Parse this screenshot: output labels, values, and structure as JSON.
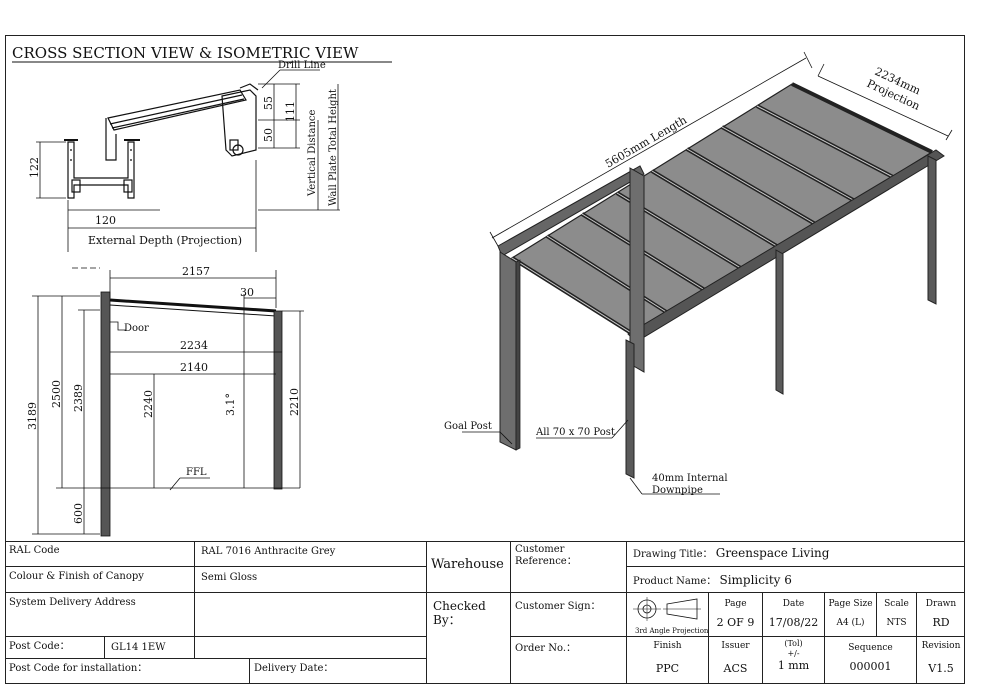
{
  "header": {
    "title": "CROSS SECTION VIEW & ISOMETRIC VIEW"
  },
  "section": {
    "labels": {
      "drill_line": "Drill Line",
      "vertical_distance": "Vertical Distance",
      "wall_plate_height": "Wall Plate Total Height",
      "external_depth": "External Depth (Projection)",
      "door": "Door",
      "ffl": "FFL"
    },
    "dims": {
      "d122": "122",
      "d120": "120",
      "d55": "55",
      "d50": "50",
      "d111": "111",
      "d2157": "2157",
      "d30": "30",
      "d2234": "2234",
      "d2140": "2140",
      "d3189": "3189",
      "d2500": "2500",
      "d2389": "2389",
      "d2240": "2240",
      "d2210": "2210",
      "d600": "600",
      "angle": "3.1°"
    }
  },
  "iso": {
    "length": "5605mm Length",
    "projection_width": "2234mm",
    "projection_label": "Projection",
    "goal_post": "Goal Post",
    "posts": "All 70 x 70 Post",
    "downpipe_1": "40mm Internal",
    "downpipe_2": "Downpipe"
  },
  "title_block": {
    "ral_code_label": "RAL Code",
    "ral_code_value": "RAL 7016 Anthracite Grey",
    "colour_label": "Colour & Finish of Canopy",
    "colour_value": "Semi Gloss",
    "delivery_address_label": "System Delivery Address",
    "post_code_label": "Post Code：",
    "post_code_value": "GL14 1EW",
    "post_code_install_label": "Post Code for installation：",
    "delivery_date_label": "Delivery Date：",
    "warehouse_label": "Warehouse",
    "checked_by_label": "Checked By：",
    "customer_reference_label": "Customer Reference：",
    "customer_sign_label": "Customer Sign：",
    "order_no_label": "Order No.：",
    "drawing_title_label": "Drawing Title：",
    "drawing_title_value": "Greenspace Living",
    "product_name_label": "Product Name：",
    "product_name_value": "Simplicity 6",
    "projection_caption": "3rd Angle Projection",
    "page_label": "Page",
    "page_value": "2 OF 9",
    "date_label": "Date",
    "date_value": "17/08/22",
    "page_size_label": "Page Size",
    "page_size_value": "A4 (L)",
    "scale_label": "Scale",
    "scale_value": "NTS",
    "drawn_label": "Drawn",
    "drawn_value": "RD",
    "finish_label": "Finish",
    "finish_value": "PPC",
    "issuer_label": "Issuer",
    "issuer_value": "ACS",
    "tol_label_1": "(Tol)",
    "tol_label_2": "+/-",
    "tol_value": "1 mm",
    "sequence_label": "Sequence",
    "sequence_value": "000001",
    "revision_label": "Revision",
    "revision_value": "V1.5"
  }
}
